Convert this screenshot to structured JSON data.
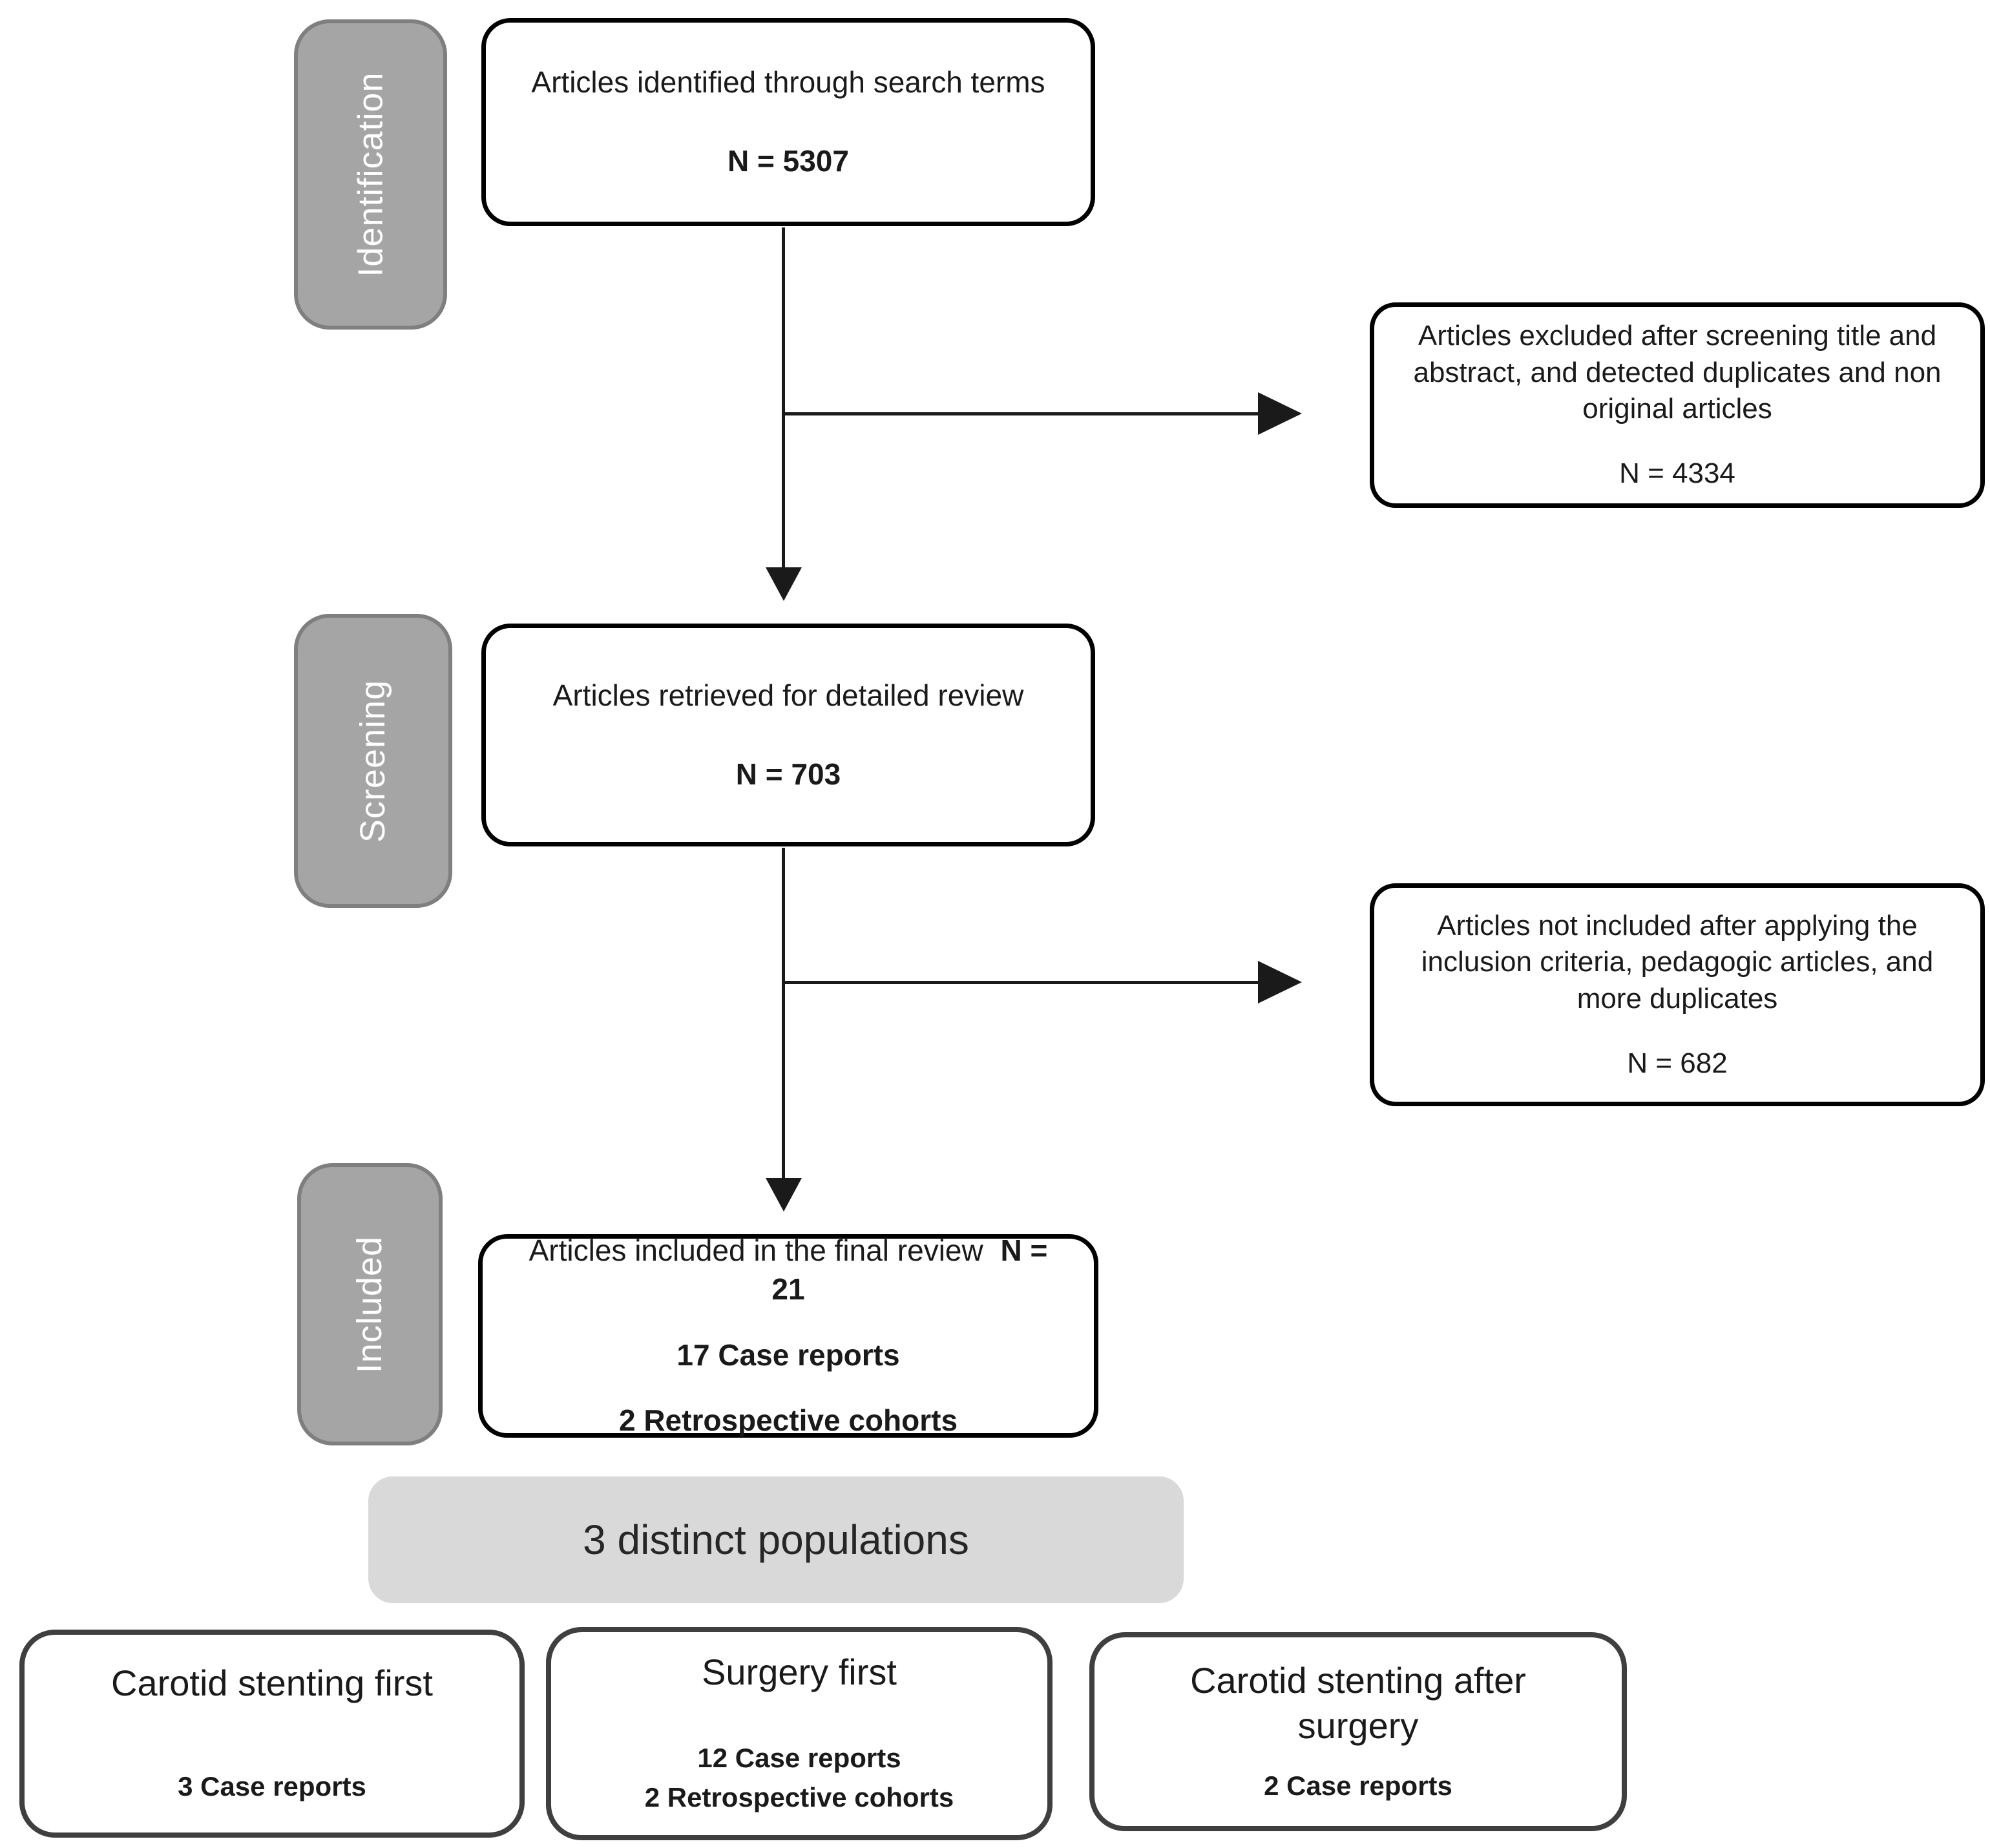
{
  "diagram": {
    "type": "prisma-flowchart",
    "stages": [
      {
        "id": "identification",
        "label": "Identification"
      },
      {
        "id": "screening",
        "label": "Screening"
      },
      {
        "id": "included",
        "label": "Included"
      }
    ],
    "main_boxes": [
      {
        "id": "identified",
        "text": "Articles identified through search terms",
        "n_label": "N = 5307"
      },
      {
        "id": "retrieved",
        "text": "Articles retrieved for detailed review",
        "n_label": "N = 703"
      },
      {
        "id": "final",
        "text": "Articles included in the final review",
        "n_label": "N = 21",
        "details": [
          "17 Case reports",
          "2 Retrospective cohorts"
        ]
      }
    ],
    "exclusion_boxes": [
      {
        "id": "excluded-screening",
        "text": "Articles excluded after screening title and abstract, and detected duplicates and non original articles",
        "n_label": "N = 4334"
      },
      {
        "id": "excluded-criteria",
        "text": "Articles not included after applying the inclusion criteria, pedagogic articles, and more duplicates",
        "n_label": "N = 682"
      }
    ],
    "populations_banner": "3 distinct populations",
    "population_boxes": [
      {
        "id": "stenting-first",
        "title": "Carotid stenting first",
        "details": [
          "3 Case reports"
        ]
      },
      {
        "id": "surgery-first",
        "title": "Surgery first",
        "details": [
          "12 Case reports",
          "2 Retrospective cohorts"
        ]
      },
      {
        "id": "stenting-after",
        "title": "Carotid stenting after surgery",
        "details": [
          "2 Case reports"
        ]
      }
    ],
    "colors": {
      "stage_fill": "#a5a5a5",
      "stage_border": "#7f7f7f",
      "stage_text": "#ffffff",
      "box_border": "#000000",
      "pop_border": "#3f3f3f",
      "banner_fill": "#d9d9d9",
      "arrow": "#1a1a1a",
      "text": "#1a1a1a",
      "background": "#ffffff"
    }
  }
}
